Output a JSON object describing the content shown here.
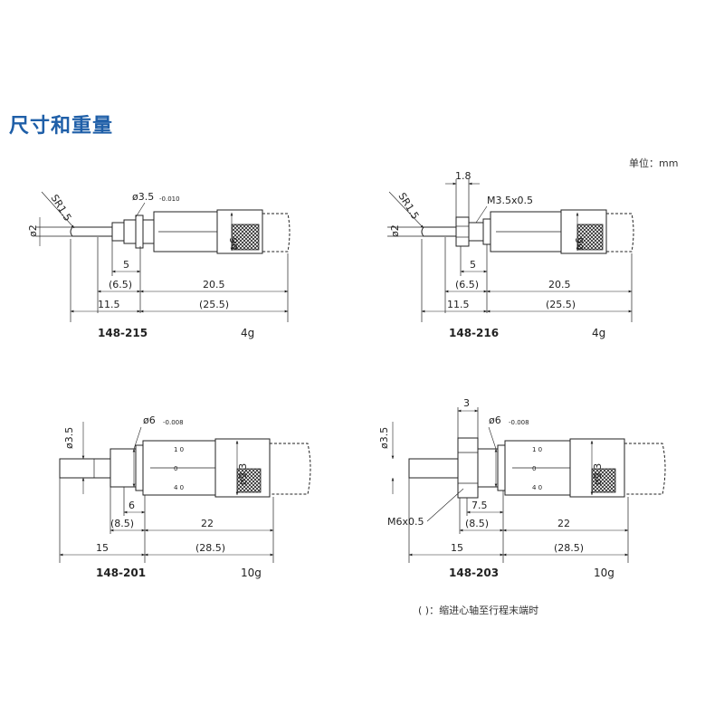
{
  "title": "尺寸和重量",
  "unit_note": "单位：mm",
  "footnote": "( )：缩进心轴至行程末端时",
  "drawings": [
    {
      "model": "148-215",
      "weight": "4g",
      "labels": {
        "radius": "SR1.5",
        "dia_tip": "ø2",
        "dia_stem": "ø3.5",
        "tol_stem": "-0.010",
        "dia_sleeve": "ø6",
        "d1": "5",
        "d2": "(6.5)",
        "d3": "20.5",
        "d4": "11.5",
        "d5": "(25.5)"
      }
    },
    {
      "model": "148-216",
      "weight": "4g",
      "labels": {
        "radius": "SR1.5",
        "dia_tip": "ø2",
        "top": "1.8",
        "thread": "M3.5x0.5",
        "dia_sleeve": "ø6",
        "d1": "5",
        "d2": "(6.5)",
        "d3": "20.5",
        "d4": "11.5",
        "d5": "(25.5)"
      }
    },
    {
      "model": "148-201",
      "weight": "10g",
      "labels": {
        "dia_tip": "ø3.5",
        "dia_stem": "ø6",
        "tol_stem": "-0.008",
        "dia_sleeve": "ø9.3",
        "d1": "6",
        "d2": "(8.5)",
        "d3": "22",
        "d4": "15",
        "d5": "(28.5)"
      }
    },
    {
      "model": "148-203",
      "weight": "10g",
      "labels": {
        "dia_tip": "ø3.5",
        "top": "3",
        "dia_stem": "ø6",
        "tol_stem": "-0.008",
        "thread": "M6x0.5",
        "dia_sleeve": "ø9.3",
        "d1": "7.5",
        "d2": "(8.5)",
        "d3": "22",
        "d4": "15",
        "d5": "(28.5)"
      }
    }
  ]
}
